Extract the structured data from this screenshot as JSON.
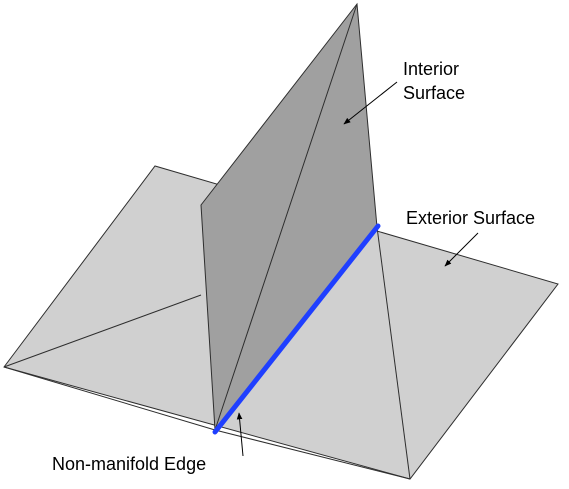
{
  "labels": {
    "interior_line1": "Interior",
    "interior_line2": "Surface",
    "exterior": "Exterior Surface",
    "non_manifold": "Non-manifold Edge"
  },
  "colors": {
    "exterior_fill": "#d0d0d0",
    "interior_fill": "#a0a0a0",
    "edge_stroke": "#2e2e2e",
    "non_manifold_edge": "#1f3fff",
    "text": "#000000",
    "background": "#ffffff"
  }
}
